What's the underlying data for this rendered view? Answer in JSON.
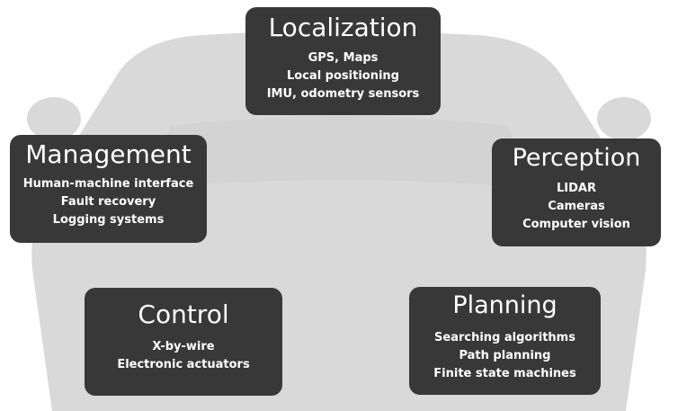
{
  "modules": {
    "localization": {
      "title": "Localization",
      "items": [
        "GPS, Maps",
        "Local positioning",
        "IMU, odometry sensors"
      ]
    },
    "management": {
      "title": "Management",
      "items": [
        "Human-machine interface",
        "Fault recovery",
        "Logging systems"
      ]
    },
    "perception": {
      "title": "Perception",
      "items": [
        "LIDAR",
        "Cameras",
        "Computer vision"
      ]
    },
    "control": {
      "title": "Control",
      "items": [
        "X-by-wire",
        "Electronic actuators"
      ]
    },
    "planning": {
      "title": "Planning",
      "items": [
        "Searching algorithms",
        "Path planning",
        "Finite state machines"
      ]
    }
  },
  "colors": {
    "box": "#383838",
    "car": "#d9d9d9",
    "text": "#ffffff"
  }
}
